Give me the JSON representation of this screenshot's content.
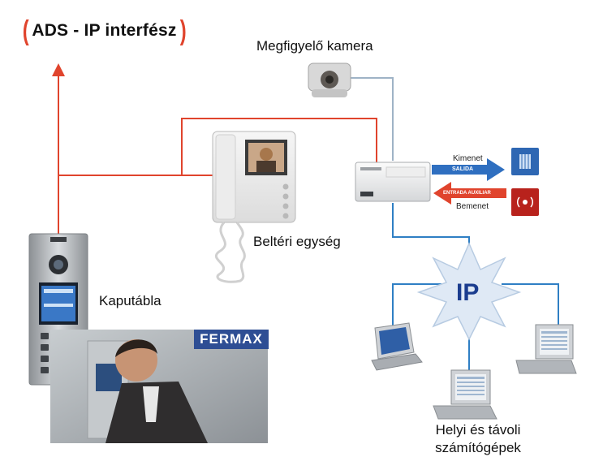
{
  "title": "ADS - IP interfész",
  "labels": {
    "camera": "Megfigyelő kamera",
    "indoor_unit": "Beltéri egység",
    "door_panel": "Kaputábla",
    "computers_line1": "Helyi és távoli",
    "computers_line2": "számítógépek",
    "output": "Kimenet",
    "output_arrow": "SALIDA",
    "input_arrow": "ENTRADA AUXILIAR",
    "input": "Bemenet",
    "ip": "IP",
    "brand": "FERMAX"
  },
  "colors": {
    "accent_red": "#e0442d",
    "line_blue": "#2f7fc4",
    "camera_line": "#9fb3c6",
    "ip_text": "#1b3d8f",
    "brand_bg": "#2e4e94"
  },
  "icons": {
    "output_device": "blue-relay-icon",
    "input_device": "red-sensor-icon"
  }
}
